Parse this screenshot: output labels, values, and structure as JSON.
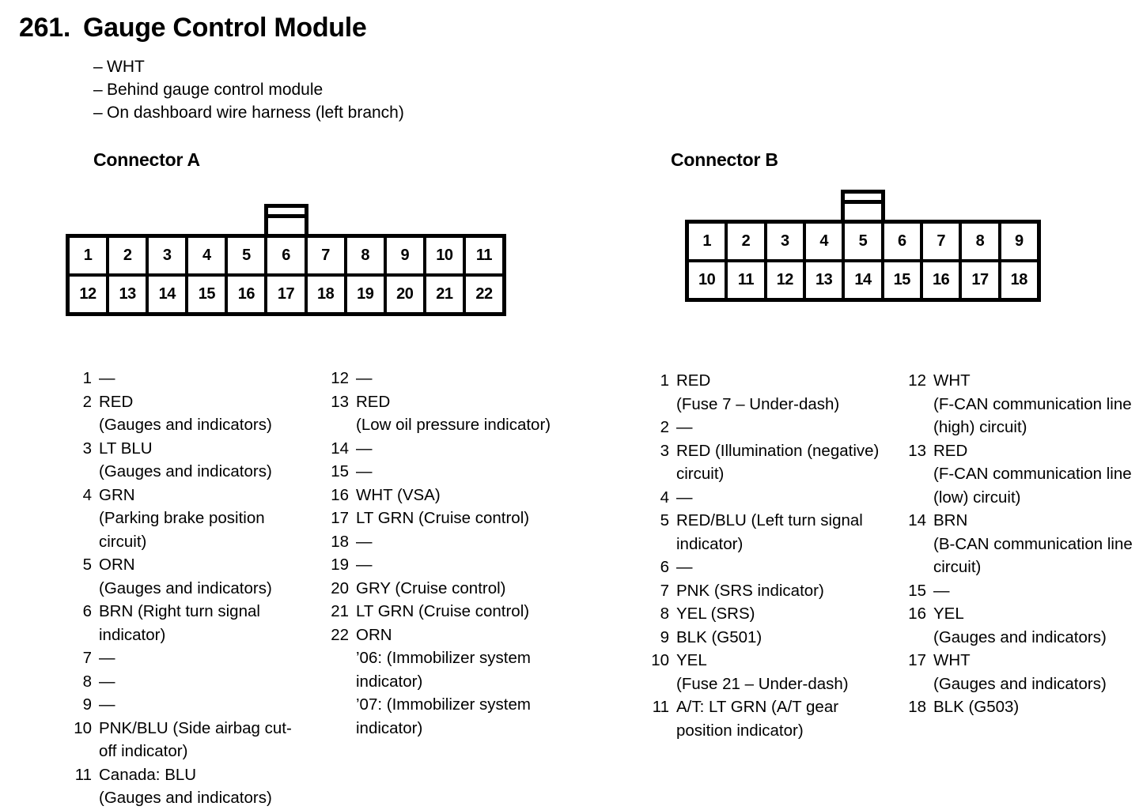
{
  "document": {
    "number": "261.",
    "title": "Gauge Control Module",
    "notes": [
      "WHT",
      "Behind gauge control module",
      "On dashboard wire harness (left branch)"
    ],
    "dash_marker": "–",
    "empty_pin_marker": "—"
  },
  "connectors": [
    {
      "id": "a",
      "heading": "Connector A",
      "cavity_columns": 9,
      "rows": [
        [
          "1",
          "2",
          "3",
          "4",
          "5",
          "6",
          "7",
          "8",
          "9",
          "10",
          "11"
        ],
        [
          "12",
          "13",
          "14",
          "15",
          "16",
          "17",
          "18",
          "19",
          "20",
          "21",
          "22"
        ]
      ],
      "tab_over_column": 6,
      "pin_columns": [
        [
          {
            "num": "1",
            "lines": [
              "—"
            ]
          },
          {
            "num": "2",
            "lines": [
              "RED",
              "(Gauges and indicators)"
            ]
          },
          {
            "num": "3",
            "lines": [
              "LT BLU",
              "(Gauges and indicators)"
            ]
          },
          {
            "num": "4",
            "lines": [
              "GRN",
              "(Parking brake position circuit)"
            ]
          },
          {
            "num": "5",
            "lines": [
              "ORN",
              "(Gauges and indicators)"
            ]
          },
          {
            "num": "6",
            "lines": [
              "BRN (Right turn signal indicator)"
            ]
          },
          {
            "num": "7",
            "lines": [
              "—"
            ]
          },
          {
            "num": "8",
            "lines": [
              "—"
            ]
          },
          {
            "num": "9",
            "lines": [
              "—"
            ]
          },
          {
            "num": "10",
            "lines": [
              "PNK/BLU (Side airbag cut-off indicator)"
            ]
          },
          {
            "num": "11",
            "lines": [
              "Canada: BLU",
              "(Gauges and indicators)"
            ]
          }
        ],
        [
          {
            "num": "12",
            "lines": [
              "—"
            ]
          },
          {
            "num": "13",
            "lines": [
              "RED",
              "(Low oil pressure indicator)"
            ]
          },
          {
            "num": "14",
            "lines": [
              "—"
            ]
          },
          {
            "num": "15",
            "lines": [
              "—"
            ]
          },
          {
            "num": "16",
            "lines": [
              "WHT (VSA)"
            ]
          },
          {
            "num": "17",
            "lines": [
              "LT GRN (Cruise control)"
            ]
          },
          {
            "num": "18",
            "lines": [
              "—"
            ]
          },
          {
            "num": "19",
            "lines": [
              "—"
            ]
          },
          {
            "num": "20",
            "lines": [
              "GRY (Cruise control)"
            ]
          },
          {
            "num": "21",
            "lines": [
              "LT GRN (Cruise control)"
            ]
          },
          {
            "num": "22",
            "lines": [
              "ORN",
              "’06: (Immobilizer system indicator)",
              "’07: (Immobilizer system indicator)"
            ]
          }
        ]
      ]
    },
    {
      "id": "b",
      "heading": "Connector B",
      "cavity_columns": 9,
      "rows": [
        [
          "1",
          "2",
          "3",
          "4",
          "5",
          "6",
          "7",
          "8",
          "9"
        ],
        [
          "10",
          "11",
          "12",
          "13",
          "14",
          "15",
          "16",
          "17",
          "18"
        ]
      ],
      "tab_over_column": 5,
      "pin_columns": [
        [
          {
            "num": "1",
            "lines": [
              "RED",
              "(Fuse 7 – Under-dash)"
            ]
          },
          {
            "num": "2",
            "lines": [
              "—"
            ]
          },
          {
            "num": "3",
            "lines": [
              "RED (Illumination (negative) circuit)"
            ]
          },
          {
            "num": "4",
            "lines": [
              "—"
            ]
          },
          {
            "num": "5",
            "lines": [
              "RED/BLU (Left turn signal indicator)"
            ]
          },
          {
            "num": "6",
            "lines": [
              "—"
            ]
          },
          {
            "num": "7",
            "lines": [
              "PNK (SRS indicator)"
            ]
          },
          {
            "num": "8",
            "lines": [
              "YEL (SRS)"
            ]
          },
          {
            "num": "9",
            "lines": [
              "BLK (G501)"
            ]
          },
          {
            "num": "10",
            "lines": [
              "YEL",
              "(Fuse 21 – Under-dash)"
            ]
          },
          {
            "num": "11",
            "lines": [
              "A/T: LT GRN (A/T gear position indicator)"
            ]
          }
        ],
        [
          {
            "num": "12",
            "lines": [
              "WHT",
              "(F-CAN communication line (high) circuit)"
            ]
          },
          {
            "num": "13",
            "lines": [
              "RED",
              "(F-CAN communication line (low) circuit)"
            ]
          },
          {
            "num": "14",
            "lines": [
              "BRN",
              "(B-CAN communication line circuit)"
            ]
          },
          {
            "num": "15",
            "lines": [
              "—"
            ]
          },
          {
            "num": "16",
            "lines": [
              "YEL",
              "(Gauges and indicators)"
            ]
          },
          {
            "num": "17",
            "lines": [
              "WHT",
              "(Gauges and indicators)"
            ]
          },
          {
            "num": "18",
            "lines": [
              "BLK (G503)"
            ]
          }
        ]
      ]
    }
  ]
}
